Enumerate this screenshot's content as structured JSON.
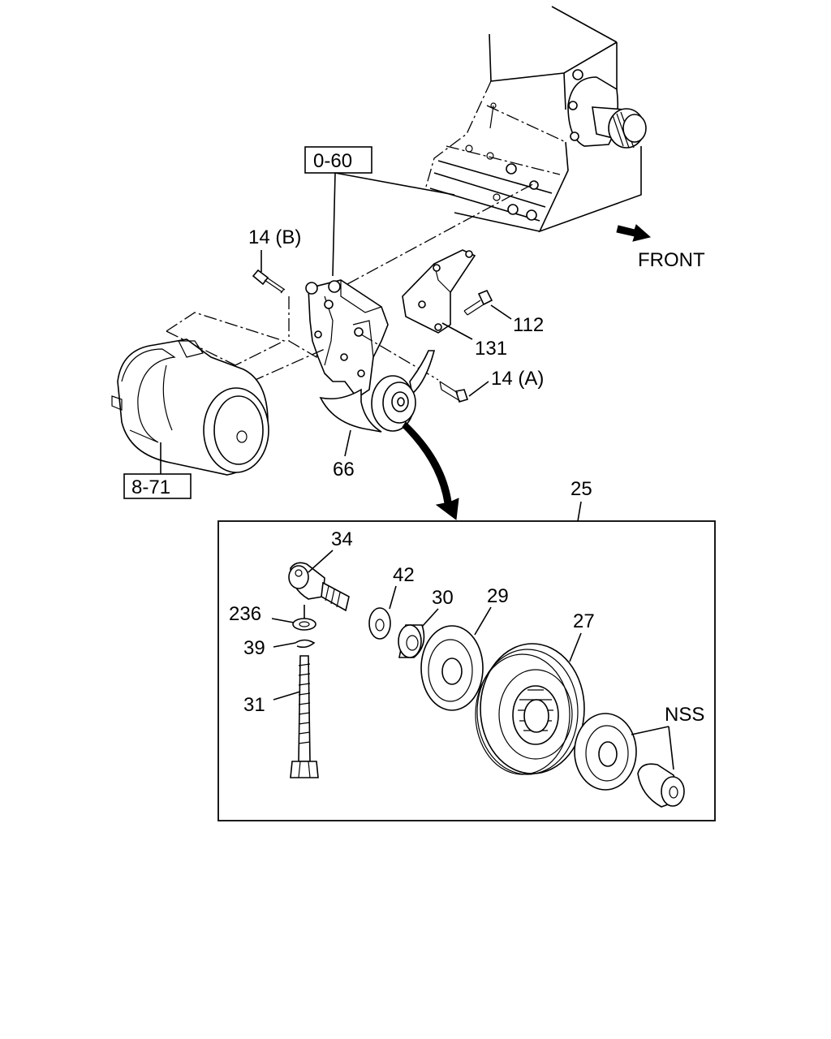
{
  "refs": {
    "ref_0_60": "0-60",
    "ref_8_71": "8-71"
  },
  "labels": {
    "l14b": "14 (B)",
    "l112": "112",
    "l131": "131",
    "l14a": "14 (A)",
    "l66": "66",
    "l25": "25",
    "l34": "34",
    "l42": "42",
    "l30": "30",
    "l29": "29",
    "l27": "27",
    "l236": "236",
    "l39": "39",
    "l31": "31",
    "nss": "NSS"
  },
  "front_label": "FRONT",
  "icons": {
    "front_arrow": "arrow-right-down-icon"
  }
}
